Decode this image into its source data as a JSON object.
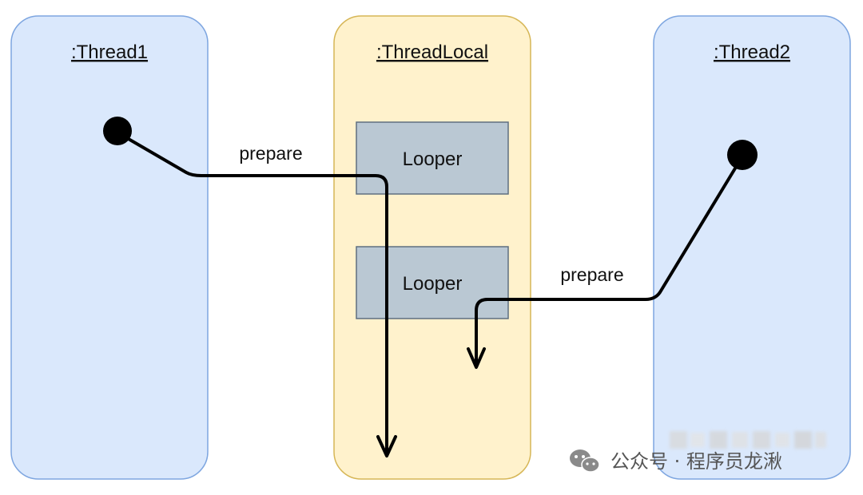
{
  "colors": {
    "thread_fill": "#dae8fc",
    "thread_stroke": "#7ea6e0",
    "threadlocal_fill": "#fff2cc",
    "threadlocal_stroke": "#d6b656",
    "looper_fill": "#bac8d3",
    "looper_stroke": "#5f6f80",
    "edge": "#000000"
  },
  "lanes": {
    "thread1": {
      "title": ":Thread1"
    },
    "threadlocal": {
      "title": ":ThreadLocal"
    },
    "thread2": {
      "title": ":Thread2"
    }
  },
  "loopers": [
    {
      "label": "Looper"
    },
    {
      "label": "Looper"
    }
  ],
  "edges": [
    {
      "label": "prepare",
      "from": "thread1",
      "to": "threadlocal"
    },
    {
      "label": "prepare",
      "from": "thread2",
      "to": "threadlocal"
    }
  ],
  "watermark": {
    "icon": "wechat-icon",
    "text": "公众号 · 程序员龙湫"
  }
}
